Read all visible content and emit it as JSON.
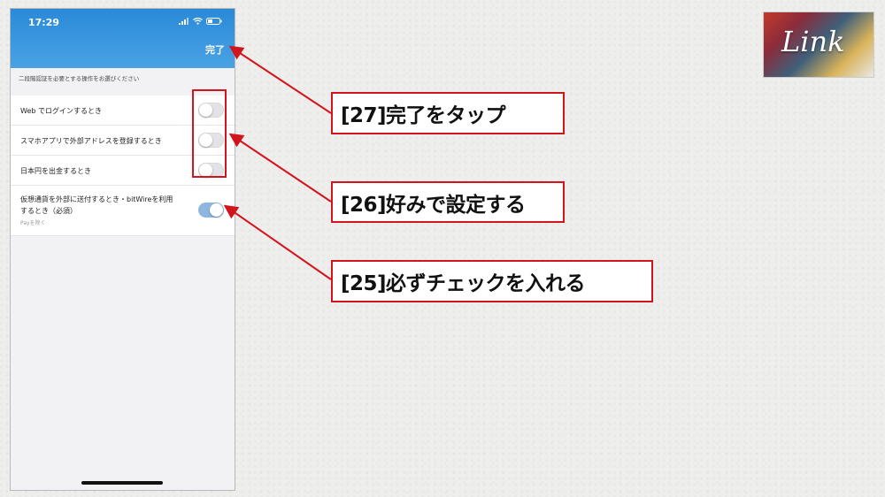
{
  "phone": {
    "status_time": "17:29",
    "done_label": "完了",
    "section_caption": "二段階認証を必要とする操作をお選びください",
    "rows": [
      {
        "label": "Web でログインするとき",
        "toggle": "off"
      },
      {
        "label": "スマホアプリで外部アドレスを登録するとき",
        "toggle": "off"
      },
      {
        "label": "日本円を出金するとき",
        "toggle": "off"
      },
      {
        "label_line1": "仮想通貨を外部に送付するとき・bitWireを利用",
        "label_line2": "するとき（必須）",
        "sub": "Payを除く",
        "toggle": "on"
      }
    ]
  },
  "callouts": {
    "c27": "[27]完了をタップ",
    "c26": "[26]好みで設定する",
    "c25": "[25]必ずチェックを入れる"
  },
  "logo": {
    "text": "Link"
  },
  "colors": {
    "accent_red": "#d4141c",
    "header_blue": "#2a8ad8",
    "toggle_on": "#8fb6df"
  }
}
